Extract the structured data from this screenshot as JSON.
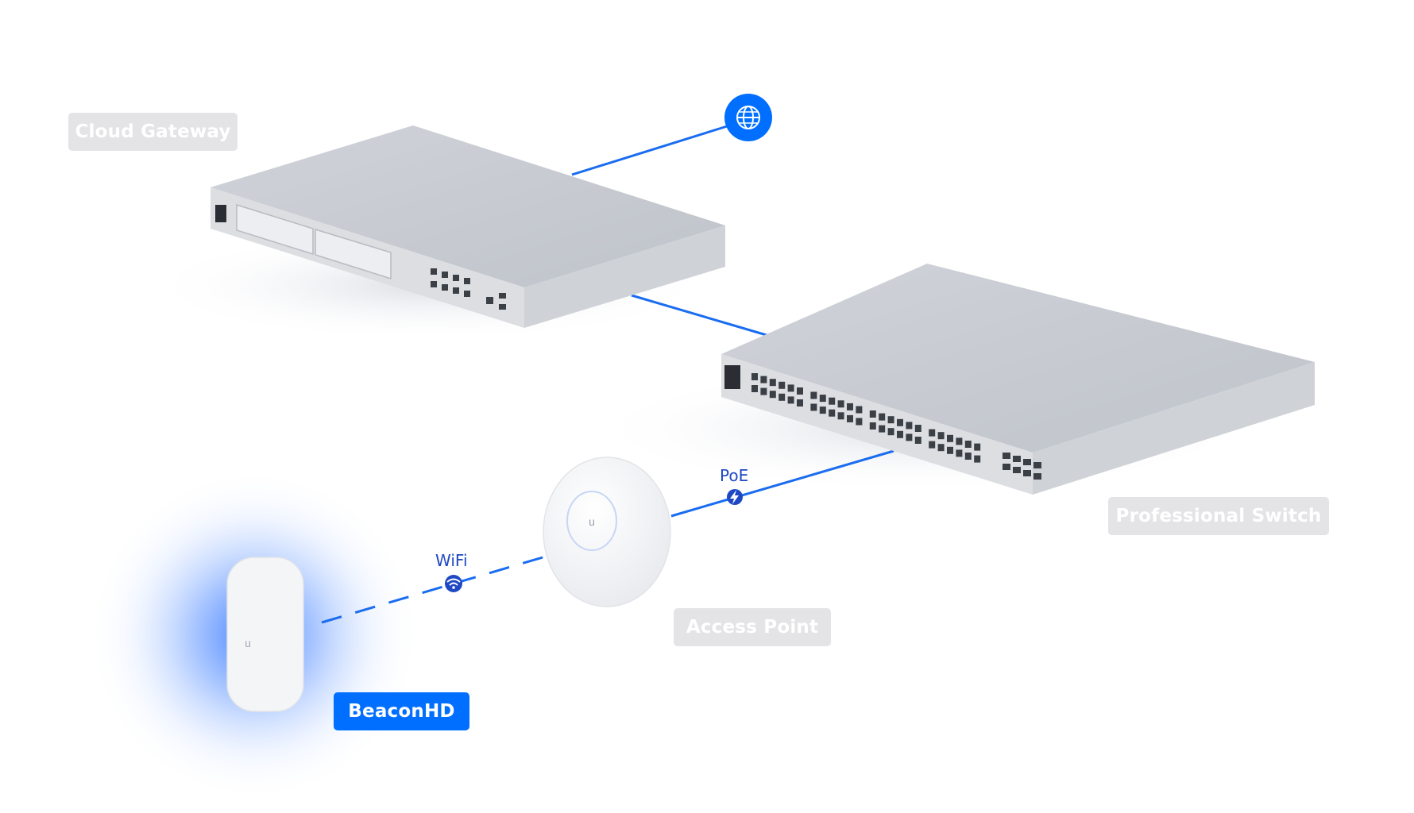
{
  "labels": {
    "cloud_gateway": "Cloud Gateway",
    "professional_switch": "Professional Switch",
    "access_point": "Access Point",
    "beacon_hd": "BeaconHD"
  },
  "links": {
    "poe": "PoE",
    "wifi": "WiFi"
  },
  "icons": {
    "internet": "globe-icon",
    "poe": "lightning-icon",
    "wifi": "wifi-icon",
    "ap_logo": "ubiquiti-u-logo-icon",
    "beacon_logo": "ubiquiti-u-logo-icon"
  },
  "colors": {
    "accent": "#006fff",
    "link_line": "#1a6cf0",
    "link_text": "#1f48c4",
    "label_inactive": "#e4e4e7",
    "device_top": "#c6c9d0",
    "device_front": "#dcdee2"
  },
  "active_device": "BeaconHD"
}
